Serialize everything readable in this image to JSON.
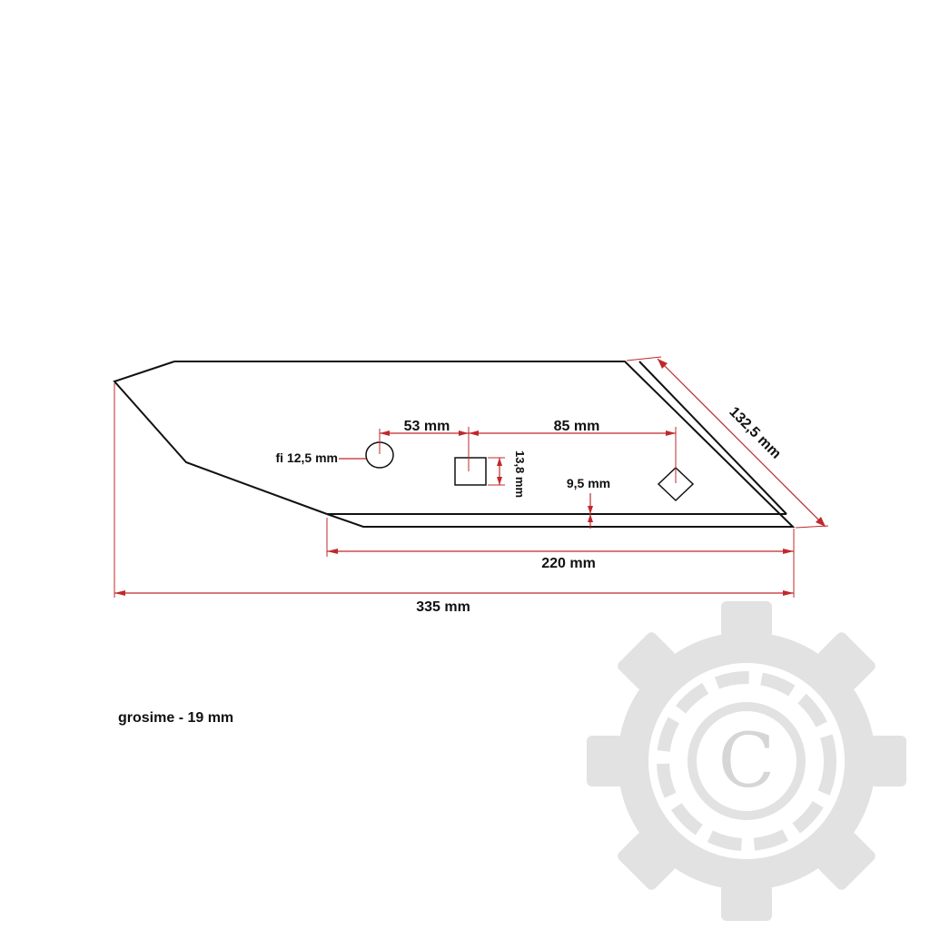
{
  "dimensions": {
    "total_length": "335 mm",
    "edge_length": "220 mm",
    "diagonal_length": "132,5 mm",
    "hole_to_square": "53 mm",
    "square_to_diamond": "85 mm",
    "hole_diameter": "fi 12,5 mm",
    "square_height": "13,8 mm",
    "edge_offset": "9,5 mm"
  },
  "note": "grosime - 19 mm",
  "watermark": {
    "letter": "C",
    "icon": "gear-logo-icon"
  },
  "colors": {
    "dimension": "#c0282b",
    "outline": "#111111",
    "watermark": "#e2e2e2"
  }
}
